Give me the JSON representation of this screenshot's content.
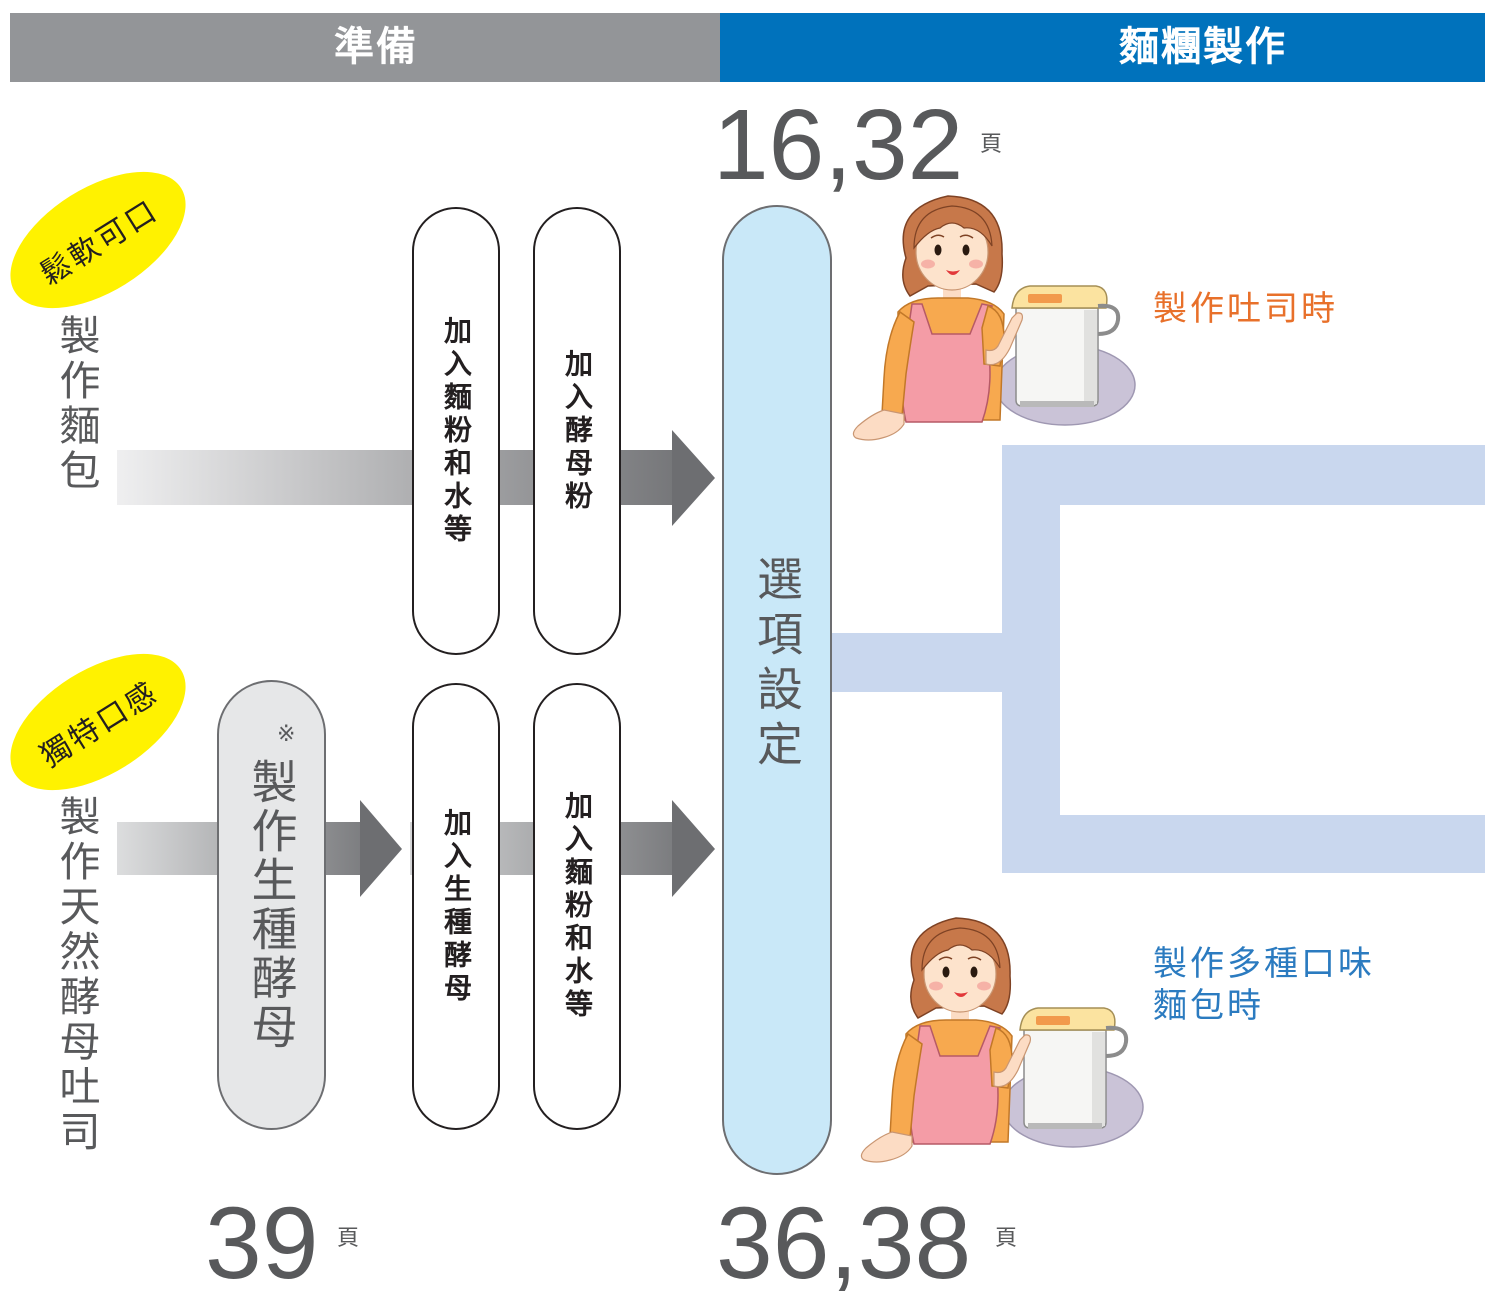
{
  "header": {
    "prep": "準備",
    "dough": "麵糰製作"
  },
  "page_refs": {
    "top": {
      "pages": "16,32",
      "unit": "頁"
    },
    "bottom_left": {
      "pages": "39",
      "unit": "頁"
    },
    "bottom_right": {
      "pages": "36,38",
      "unit": "頁"
    }
  },
  "row1": {
    "badge": "鬆軟可口",
    "title": "製作麵包",
    "steps": [
      "加入麵粉和水等",
      "加入酵母粉"
    ]
  },
  "row2": {
    "badge": "獨特口感",
    "title": "製作天然酵母吐司",
    "pre_step": "製作生種酵母",
    "pre_step_mark": "※",
    "steps": [
      "加入生種酵母",
      "加入麵粉和水等"
    ]
  },
  "option": {
    "label": "選項設定"
  },
  "outcomes": {
    "toast": "製作吐司時",
    "variety": [
      "製作多種口味",
      "麵包時"
    ]
  },
  "icons": {
    "toast_illustration": "woman-using-bread-maker-icon",
    "variety_illustration": "woman-using-bread-maker-icon"
  },
  "colors": {
    "prep_header": "#939598",
    "dough_header": "#0072BC",
    "badge": "#FFF200",
    "option_pill": "#C9E8F8",
    "bracket": "#C9D7EE",
    "toast_text": "#E8702A",
    "variety_text": "#2B7BC0",
    "page_number": "#58595B"
  }
}
